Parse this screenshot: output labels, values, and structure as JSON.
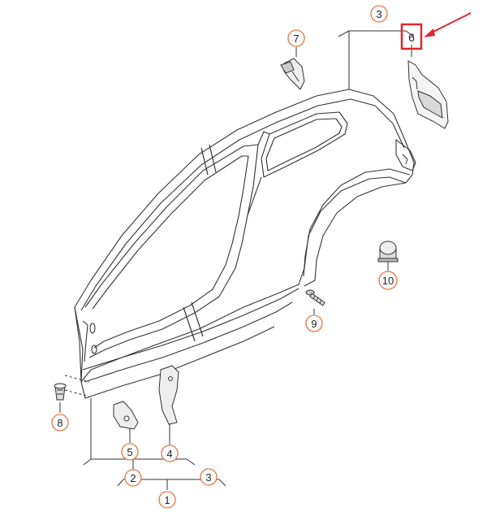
{
  "colors": {
    "background": "#ffffff",
    "line": "#333333",
    "callout_ring": "#e8743b",
    "highlight_box": "#e3262b",
    "arrow": "#e3262b",
    "text": "#222222"
  },
  "callouts": {
    "c1": "1",
    "c2": "2",
    "c3_top": "3",
    "c3_bottom": "3",
    "c4": "4",
    "c5": "5",
    "c6": "6",
    "c7": "7",
    "c8": "8",
    "c9": "9",
    "c10": "10"
  }
}
